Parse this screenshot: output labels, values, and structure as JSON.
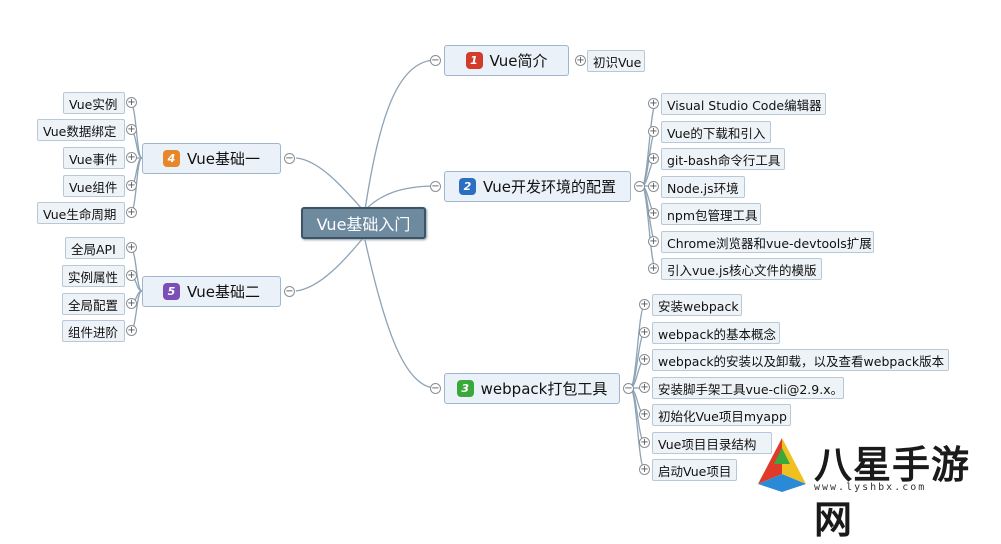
{
  "root": {
    "label": "Vue基础入门"
  },
  "topics": [
    {
      "badge": "1",
      "label": "Vue简介",
      "color": "#d23c2a",
      "children": [
        "初识Vue"
      ]
    },
    {
      "badge": "2",
      "label": "Vue开发环境的配置",
      "color": "#2b6fc0",
      "children": [
        "Visual Studio Code编辑器",
        "Vue的下载和引入",
        "git-bash命令行工具",
        "Node.js环境",
        "npm包管理工具",
        "Chrome浏览器和vue-devtools扩展",
        "引入vue.js核心文件的模版"
      ]
    },
    {
      "badge": "3",
      "label": "webpack打包工具",
      "color": "#3aa83a",
      "children": [
        "安装webpack",
        "webpack的基本概念",
        "webpack的安装以及卸载，以及查看webpack版本",
        "安装脚手架工具vue-cli@2.9.x。",
        "初始化Vue项目myapp",
        "Vue项目目录结构",
        "启动Vue项目"
      ]
    },
    {
      "badge": "4",
      "label": "Vue基础一",
      "color": "#e8862a",
      "children": [
        "Vue实例",
        "Vue数据绑定",
        "Vue事件",
        "Vue组件",
        "Vue生命周期"
      ]
    },
    {
      "badge": "5",
      "label": "Vue基础二",
      "color": "#7b4fb8",
      "children": [
        "全局API",
        "实例属性",
        "全局配置",
        "组件进阶"
      ]
    }
  ],
  "watermark": {
    "brand": "八星手游网",
    "url": "www.lyshbx.com"
  }
}
